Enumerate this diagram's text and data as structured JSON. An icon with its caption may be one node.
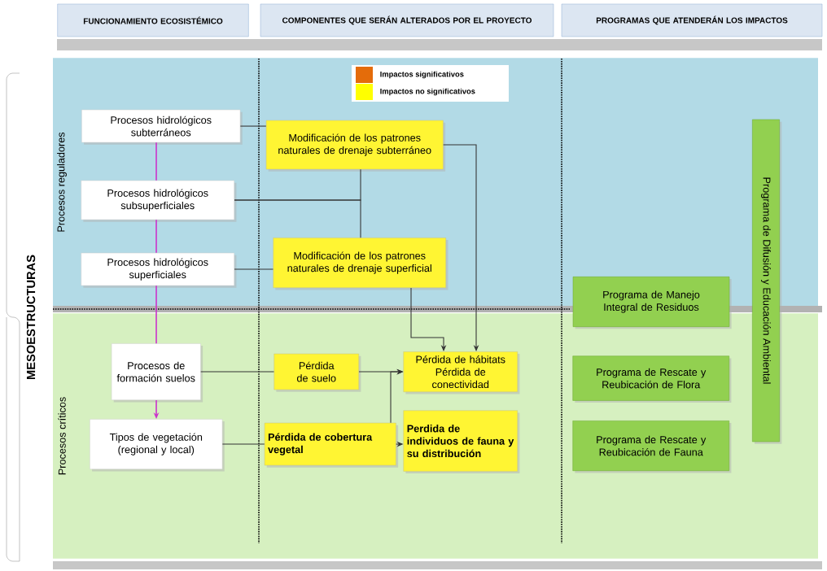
{
  "diagram": {
    "nodes": [
      {
        "text": [
          "FUNCIONAMIENTO ECOSISTÉMICO"
        ]
      },
      {
        "text": [
          "COMPONENTES QUE SERÁN ALTERADOS POR EL PROYECTO"
        ]
      },
      {
        "text": [
          "PROGRAMAS QUE ATENDERÁN LOS IMPACTOS"
        ]
      },
      {
        "text": [
          "MESOESTRUCTURAS"
        ]
      },
      {
        "text": [
          "Procesos reguladores"
        ]
      },
      {
        "text": [
          "Procesos críticos"
        ]
      },
      {
        "text": [
          "Procesos hidrológicos subterráneos"
        ],
        "in": 4
      },
      {
        "text": [
          "Procesos hidrológicos subsuperficiales"
        ],
        "in": 4
      },
      {
        "text": [
          "Procesos hidrológicos superficiales"
        ],
        "in": 4
      },
      {
        "text": [
          "Modificación de los patrones naturales de drenaje subterráneo"
        ],
        "in": 4
      },
      {
        "text": [
          "Modificación de los patrones naturales de drenaje superficial"
        ],
        "in": 4
      },
      {
        "text": [
          "Procesos de formación suelos"
        ],
        "in": 5
      },
      {
        "text": [
          "Tipos de vegetación (regional y local)"
        ],
        "in": 5
      },
      {
        "text": [
          "Pérdida de suelo"
        ],
        "in": 5
      },
      {
        "text": [
          "Pérdida de cobertura vegetal"
        ],
        "in": 5
      },
      {
        "text": [
          "Pérdida de hábitats",
          "Pérdida de conectividad"
        ],
        "in": 5
      },
      {
        "text": [
          "Perdida de individuos de fauna y su distribución"
        ],
        "in": 5
      },
      {
        "text": [
          "Programa de Manejo Integral de Residuos"
        ]
      },
      {
        "text": [
          "Programa de Rescate y Reubicación de Flora"
        ],
        "in": 5
      },
      {
        "text": [
          "Programa de Rescate y Reubicación de Fauna"
        ],
        "in": 5
      },
      {
        "text": [
          "Programa de Difusión y Educación Ambiental"
        ]
      }
    ],
    "edges": [
      {
        "from": 6,
        "to": 7,
        "arrow": "none",
        "color": "#cc33cc"
      },
      {
        "from": 7,
        "to": 8,
        "arrow": "none",
        "color": "#cc33cc"
      },
      {
        "from": 8,
        "to": 11,
        "arrow": "none",
        "color": "#cc33cc"
      },
      {
        "from": 11,
        "to": 12,
        "arrow": "to",
        "color": "#cc33cc"
      },
      {
        "from": 6,
        "to": 9,
        "arrow": "none"
      },
      {
        "from": 7,
        "to": 9,
        "arrow": "none"
      },
      {
        "from": 7,
        "to": 10,
        "arrow": "none"
      },
      {
        "from": 8,
        "to": 10,
        "arrow": "none"
      },
      {
        "from": 9,
        "to": 15,
        "arrow": "to"
      },
      {
        "from": 10,
        "to": 15,
        "arrow": "to"
      },
      {
        "from": 11,
        "to": 13,
        "arrow": "none"
      },
      {
        "from": 13,
        "to": 15,
        "arrow": "to"
      },
      {
        "from": 14,
        "to": 15,
        "arrow": "to"
      },
      {
        "from": 14,
        "to": 16,
        "arrow": "to"
      },
      {
        "from": 12,
        "to": 14,
        "arrow": "none"
      }
    ],
    "legend": [
      {
        "text": "Impactos significativos",
        "color": "#e46c0a"
      },
      {
        "text": "Impactos no significativos",
        "color": "#ffff00"
      }
    ]
  }
}
